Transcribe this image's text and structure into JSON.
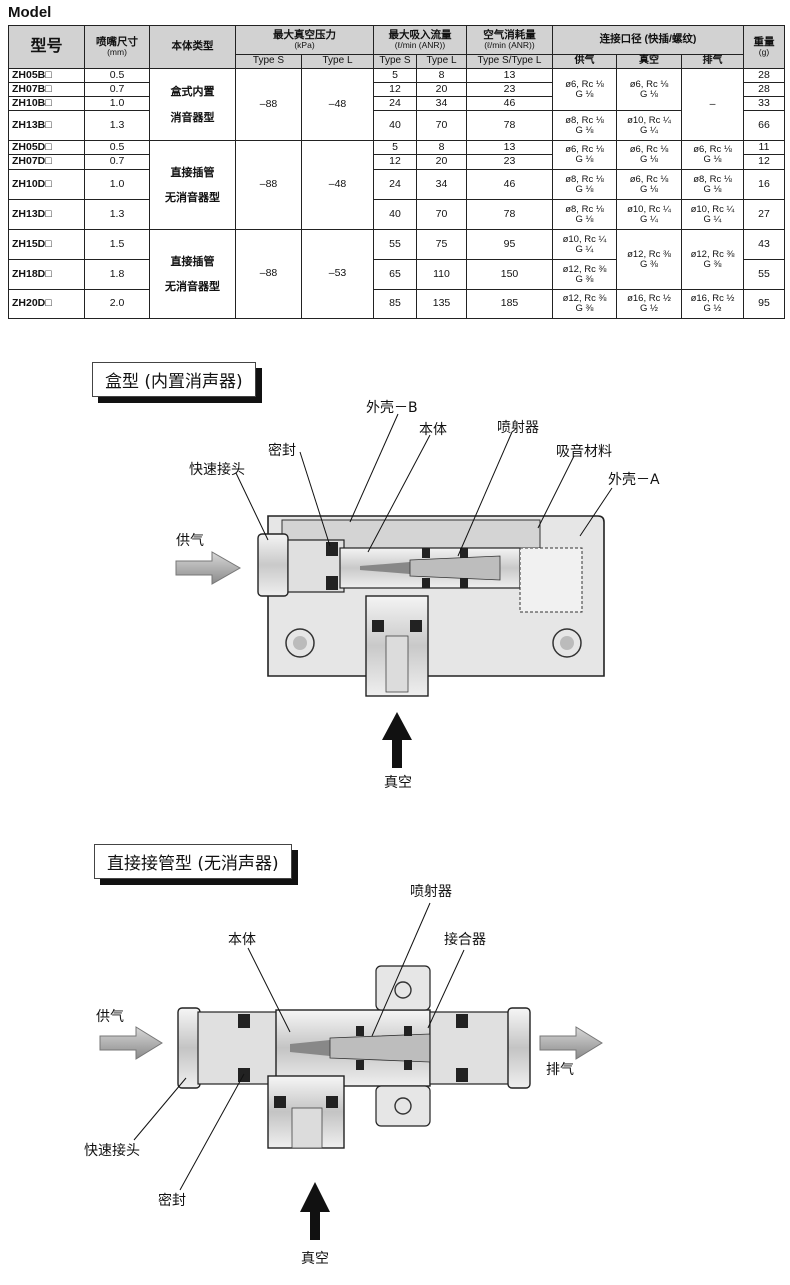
{
  "title": "Model",
  "table": {
    "headers": {
      "model": "型号",
      "nozzle": "喷嘴尺寸",
      "nozzle_unit": "(mm)",
      "body": "本体类型",
      "vacuum": "最大真空压力",
      "vacuum_unit": "(kPa)",
      "suction": "最大吸入流量",
      "suction_unit": "(ℓ/min (ANR))",
      "consumption": "空气消耗量",
      "consumption_unit": "(ℓ/min (ANR))",
      "port": "连接口径 (快插/螺纹)",
      "weight": "重量",
      "weight_unit": "(g)",
      "type_s": "Type S",
      "type_l": "Type L",
      "type_sl": "Type S/Type L",
      "supply": "供气",
      "vac": "真空",
      "exhaust": "排气"
    },
    "groups": {
      "box": {
        "l1": "盒式内置",
        "l2": "消音器型",
        "vac_s": "–88",
        "vac_l": "–48",
        "ex": "–"
      },
      "direct1": {
        "l1": "直接插管",
        "l2": "无消音器型",
        "vac_s": "–88",
        "vac_l": "–48"
      },
      "direct2": {
        "l1": "直接插管",
        "l2": "无消音器型",
        "vac_s": "–88",
        "vac_l": "–53"
      }
    },
    "rows": [
      {
        "model": "ZH05B□",
        "nozzle": "0.5",
        "s": "5",
        "l": "8",
        "c": "13",
        "w": "28"
      },
      {
        "model": "ZH07B□",
        "nozzle": "0.7",
        "s": "12",
        "l": "20",
        "c": "23",
        "w": "28"
      },
      {
        "model": "ZH10B□",
        "nozzle": "1.0",
        "s": "24",
        "l": "34",
        "c": "46",
        "w": "33"
      },
      {
        "model": "ZH13B□",
        "nozzle": "1.3",
        "s": "40",
        "l": "70",
        "c": "78",
        "w": "66"
      },
      {
        "model": "ZH05D□",
        "nozzle": "0.5",
        "s": "5",
        "l": "8",
        "c": "13",
        "w": "11"
      },
      {
        "model": "ZH07D□",
        "nozzle": "0.7",
        "s": "12",
        "l": "20",
        "c": "23",
        "w": "12"
      },
      {
        "model": "ZH10D□",
        "nozzle": "1.0",
        "s": "24",
        "l": "34",
        "c": "46",
        "w": "16"
      },
      {
        "model": "ZH13D□",
        "nozzle": "1.3",
        "s": "40",
        "l": "70",
        "c": "78",
        "w": "27"
      },
      {
        "model": "ZH15D□",
        "nozzle": "1.5",
        "s": "55",
        "l": "75",
        "c": "95",
        "w": "43"
      },
      {
        "model": "ZH18D□",
        "nozzle": "1.8",
        "s": "65",
        "l": "110",
        "c": "150",
        "w": "55"
      },
      {
        "model": "ZH20D□",
        "nozzle": "2.0",
        "s": "85",
        "l": "135",
        "c": "185",
        "w": "95"
      }
    ],
    "ports": {
      "p1a": "ø6, Rc ⅛",
      "p1b": "G ⅛",
      "p2a": "ø8, Rc ⅛",
      "p2b": "G ⅛",
      "p3a": "ø10, Rc ¼",
      "p3b": "G ¼",
      "p4a": "ø12, Rc ⅜",
      "p4b": "G ⅜",
      "p5a": "ø16, Rc ½",
      "p5b": "G ½"
    }
  },
  "diagram1": {
    "caption": "盒型 (内置消声器)",
    "labels": {
      "shell_b": "外壳－B",
      "body": "本体",
      "ejector": "喷射器",
      "seal": "密封",
      "absorber": "吸音材料",
      "fitting": "快速接头",
      "shell_a": "外壳－A",
      "supply": "供气",
      "vacuum": "真空"
    }
  },
  "diagram2": {
    "caption": "直接接管型 (无消声器)",
    "labels": {
      "ejector": "喷射器",
      "body": "本体",
      "connector": "接合器",
      "supply": "供气",
      "exhaust": "排气",
      "fitting": "快速接头",
      "seal": "密封",
      "vacuum": "真空"
    }
  }
}
